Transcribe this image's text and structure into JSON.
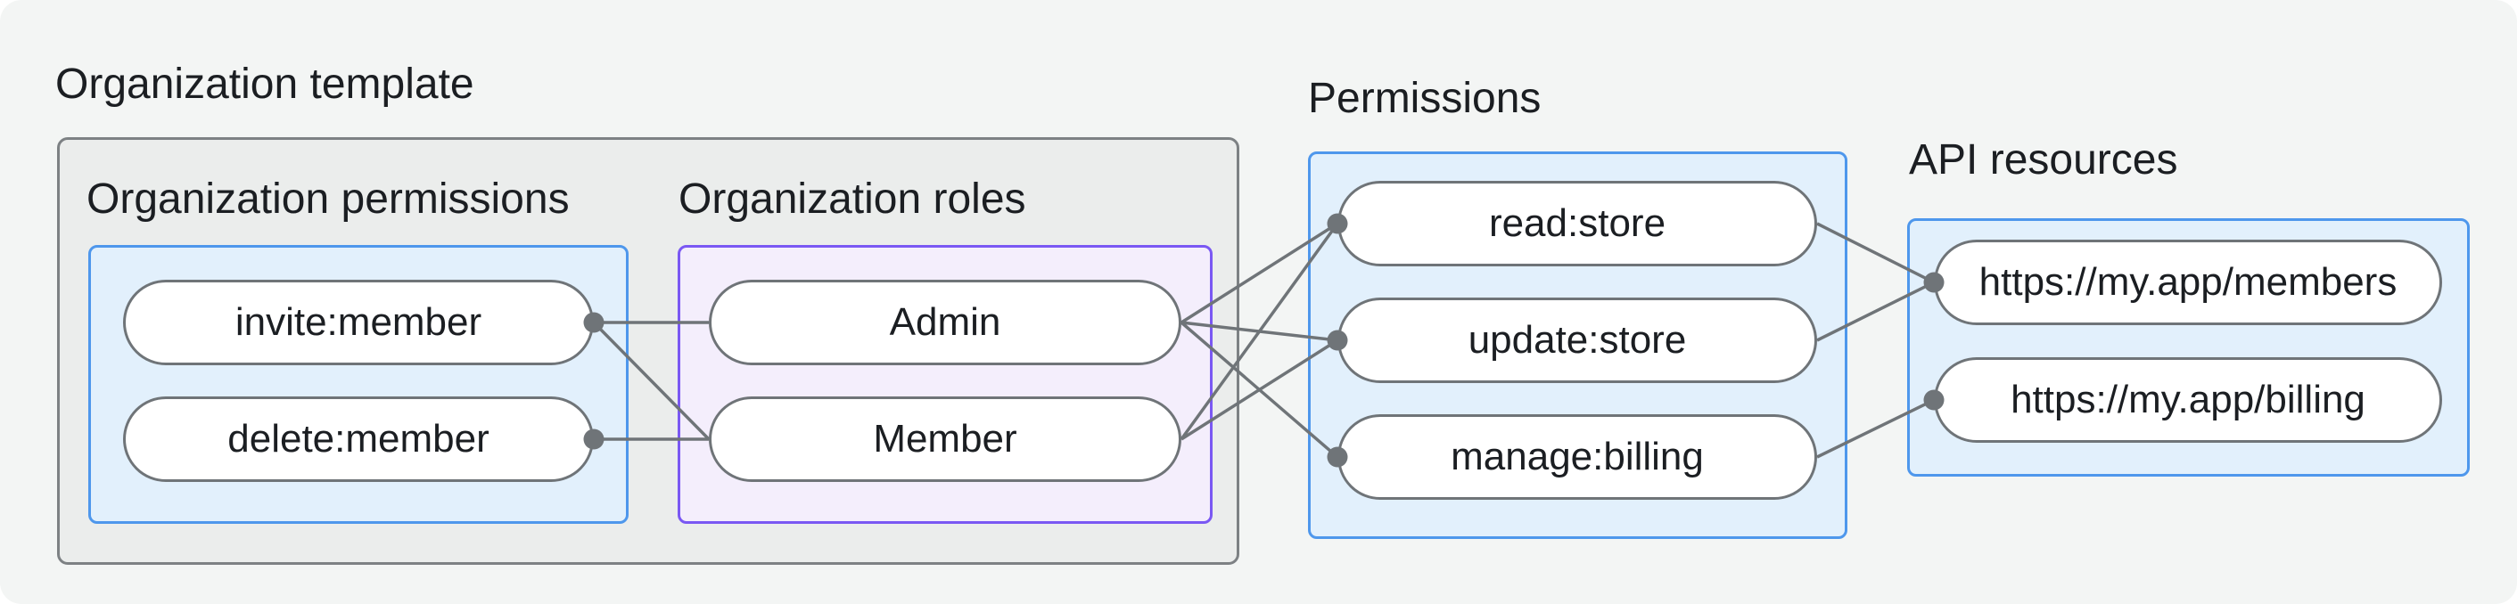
{
  "title": "Organization template",
  "sections": {
    "org_permissions": {
      "label": "Organization permissions",
      "items": [
        "invite:member",
        "delete:member"
      ]
    },
    "org_roles": {
      "label": "Organization roles",
      "items": [
        "Admin",
        "Member"
      ]
    },
    "permissions": {
      "label": "Permissions",
      "items": [
        "read:store",
        "update:store",
        "manage:billing"
      ]
    },
    "api_resources": {
      "label": "API resources",
      "items": [
        "https://my.app/members",
        "https://my.app/billing"
      ]
    }
  },
  "edges": [
    {
      "from": "invite:member",
      "to": "Admin"
    },
    {
      "from": "invite:member",
      "to": "Member"
    },
    {
      "from": "delete:member",
      "to": "Member"
    },
    {
      "from": "Admin",
      "to": "read:store"
    },
    {
      "from": "Admin",
      "to": "update:store"
    },
    {
      "from": "Admin",
      "to": "manage:billing"
    },
    {
      "from": "Member",
      "to": "read:store"
    },
    {
      "from": "Member",
      "to": "update:store"
    },
    {
      "from": "read:store",
      "to": "https://my.app/members"
    },
    {
      "from": "update:store",
      "to": "https://my.app/members"
    },
    {
      "from": "manage:billing",
      "to": "https://my.app/billing"
    }
  ],
  "colors": {
    "canvas_bg": "#f3f5f4",
    "group_bg": "#ebedec",
    "group_border": "#7d8184",
    "blue_bg": "#e2f0fc",
    "blue_border": "#4e97ec",
    "purple_bg": "#f4eefc",
    "purple_border": "#7a58f3",
    "pill_bg": "#ffffff",
    "pill_border": "#6f7478",
    "connector": "#6f7478",
    "text": "#1b1e22"
  }
}
